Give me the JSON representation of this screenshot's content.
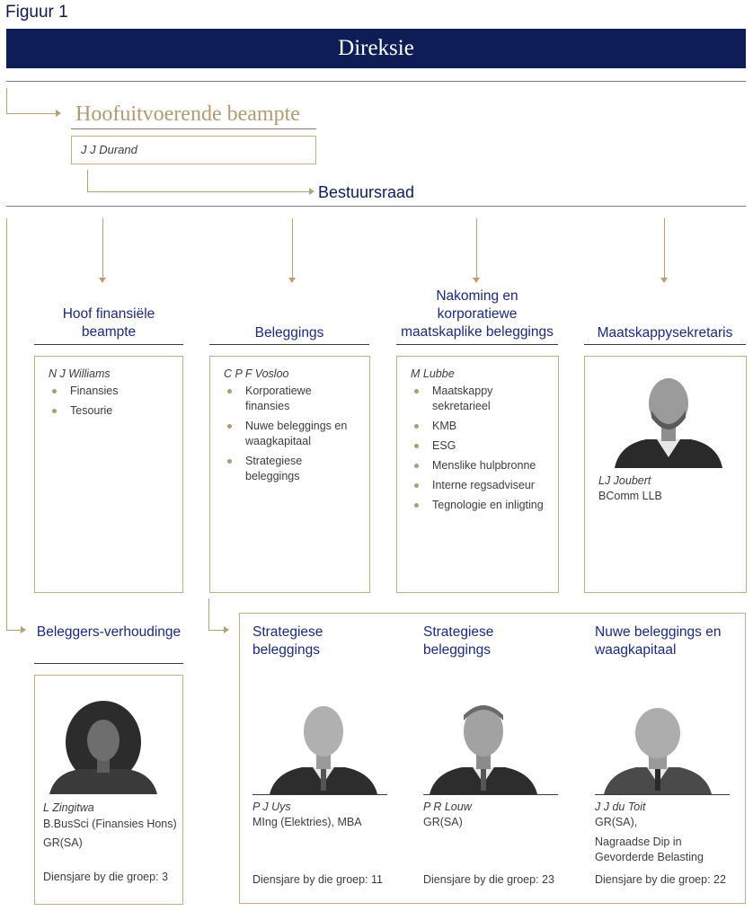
{
  "figure_label": "Figuur 1",
  "banner": "Direksie",
  "ceo": {
    "title": "Hoofuitvoerende beampte",
    "name": "J J Durand"
  },
  "board": "Bestuursraad",
  "columns": [
    {
      "heading": "Hoof finansiële beampte",
      "name": "N J Williams",
      "items": [
        "Finansies",
        "Tesourie"
      ]
    },
    {
      "heading": "Beleggings",
      "name": "C P F Vosloo",
      "items": [
        "Korporatiewe finansies",
        "Nuwe beleggings en waagkapitaal",
        "Strategiese beleggings"
      ]
    },
    {
      "heading": "Nakoming en korporatiewe maatskaplike beleggings",
      "name": "M Lubbe",
      "items": [
        "Maatskappy sekretarieel",
        "KMB",
        "ESG",
        "Menslike hulpbronne",
        "Interne regsadviseur",
        "Tegnologie en inligting"
      ]
    },
    {
      "heading": "Maatskappysekretaris",
      "name": "LJ Joubert",
      "qualifications": "BComm LLB"
    }
  ],
  "investor_relations": {
    "heading": "Beleggers-verhoudinge",
    "name": "L Zingitwa",
    "qualifications": [
      "B.BusSci (Finansies Hons)",
      "GR(SA)"
    ],
    "years": "Diensjare by die groep: 3"
  },
  "sub_units": [
    {
      "heading": "Strategiese beleggings",
      "name": "P J Uys",
      "qualifications": [
        "MIng (Elektries), MBA"
      ],
      "years": "Diensjare by die groep: 11"
    },
    {
      "heading": "Strategiese beleggings",
      "name": "P R Louw",
      "qualifications": [
        "GR(SA)"
      ],
      "years": "Diensjare by die groep: 23"
    },
    {
      "heading": "Nuwe beleggings en waagkapitaal",
      "name": "J J du Toit",
      "qualifications": [
        "GR(SA),",
        "Nagraadse Dip in Gevorderde Belasting"
      ],
      "years": "Diensjare by die groep: 22"
    }
  ],
  "colors": {
    "navy": "#0f1d57",
    "gold": "#b8a072",
    "heading_blue": "#1b2a7a"
  },
  "icons": [
    "portrait-photo"
  ]
}
